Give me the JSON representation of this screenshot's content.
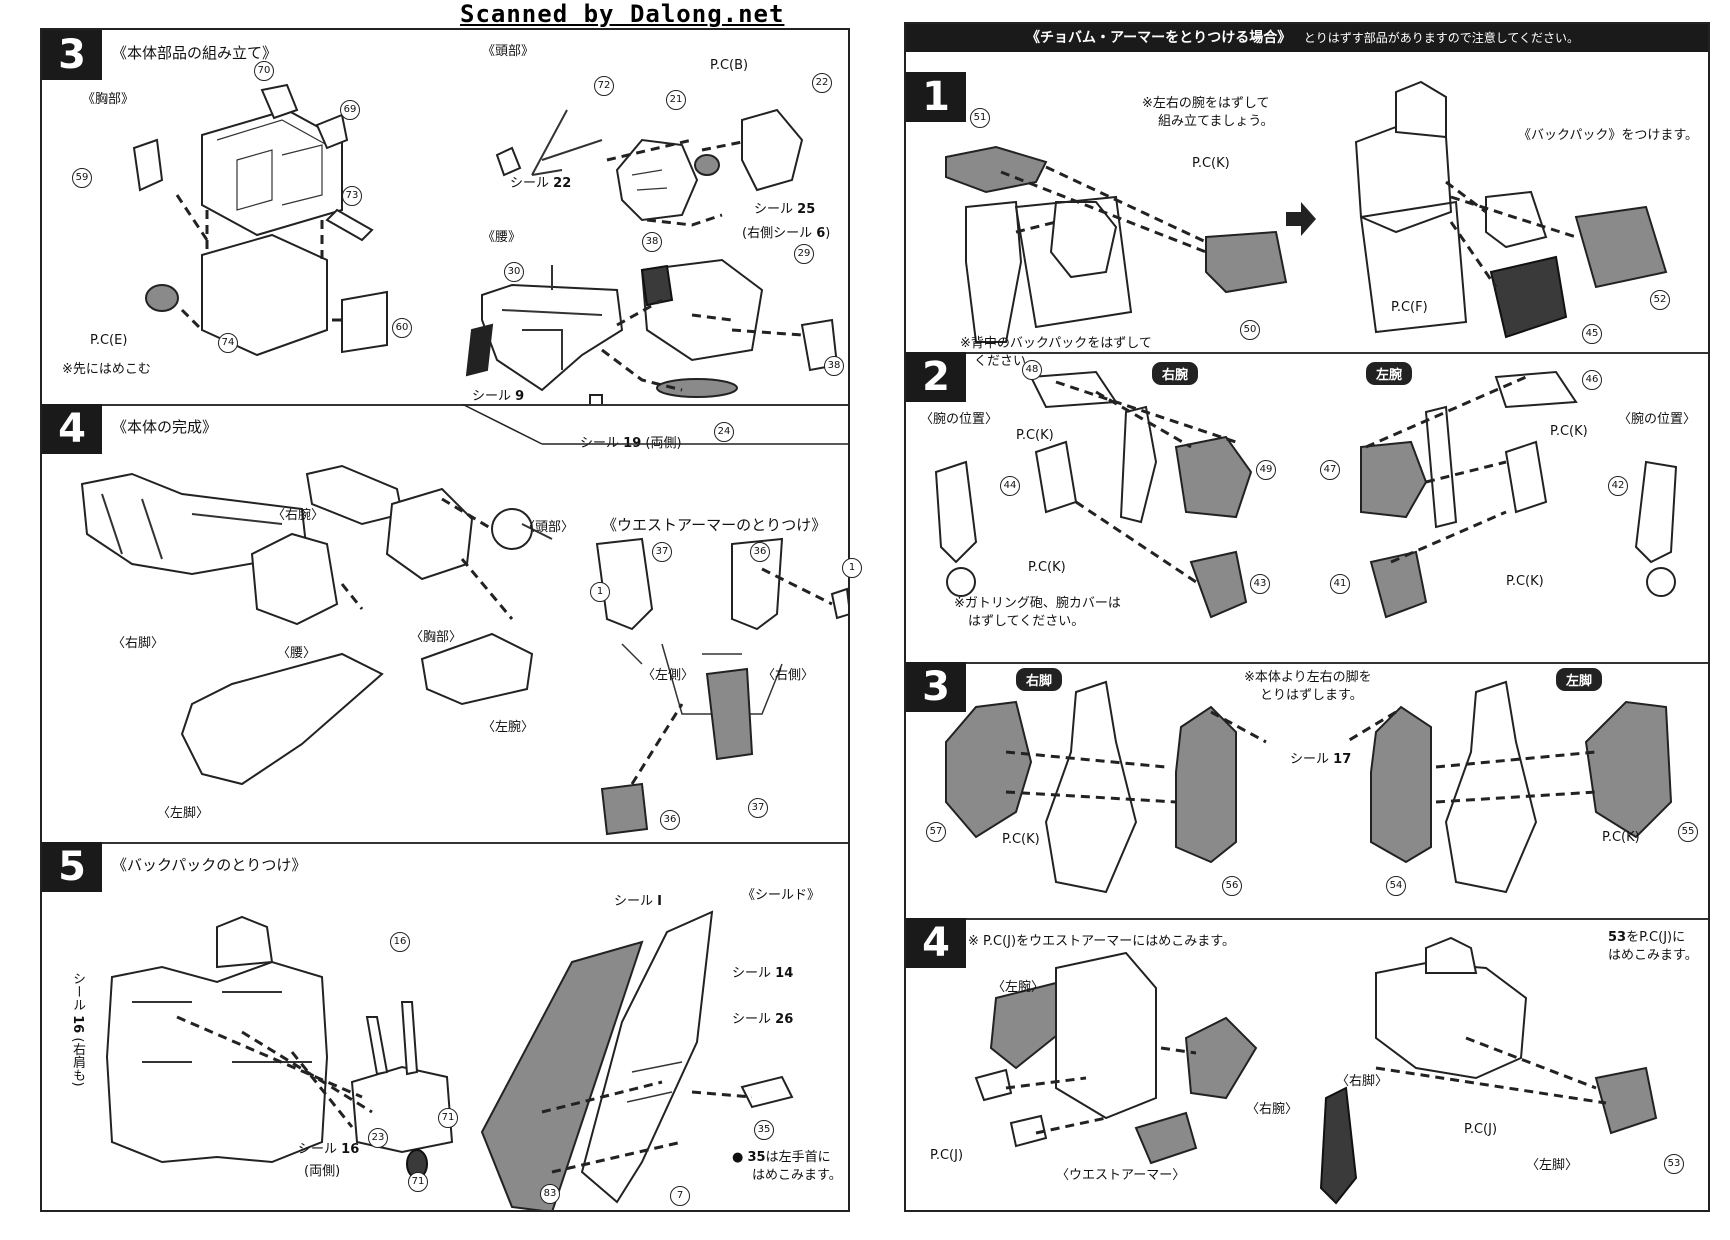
{
  "watermark": "Scanned by Dalong.net",
  "left": {
    "s3": {
      "num": "3",
      "title": "《本体部品の組み立て》",
      "chest": "《胸部》",
      "head": "《頭部》",
      "waist": "《腰》",
      "pce": "P.C",
      "pce_c": "E",
      "note": "※先にはめこむ",
      "pcb": "P.C",
      "pcb_c": "B",
      "seal22": "シール",
      "n22": "22",
      "seal25": "シール",
      "n25": "25",
      "seal25b": "(右側シール",
      "n6": "6",
      "seal9": "シール",
      "n9": "9",
      "seal19": "シール",
      "n19": "19",
      "both19": "(両側)",
      "nums": [
        "70",
        "69",
        "73",
        "59",
        "60",
        "74",
        "72",
        "21",
        "22",
        "38",
        "29",
        "30",
        "24"
      ]
    },
    "s4": {
      "num": "4",
      "title": "《本体の完成》",
      "rarm": "〈右腕〉",
      "head": "〈頭部〉",
      "rleg": "〈右脚〉",
      "waist": "〈腰〉",
      "chest": "〈胸部〉",
      "larm": "〈左腕〉",
      "lleg": "〈左脚〉",
      "wa": "《ウエストアーマーのとりつけ》",
      "lside": "〈左側〉",
      "rside": "〈右側〉",
      "nums": [
        "37",
        "36",
        "1",
        "1",
        "36",
        "37"
      ]
    },
    "s5": {
      "num": "5",
      "title": "《バックパックのとりつけ》",
      "shield": "《シールド》",
      "seal_l": "シール",
      "n_l": "16",
      "rsh": "(右肩も)",
      "seal16": "シール",
      "n16": "16",
      "both": "(両側)",
      "sealI": "シール",
      "nI": "I",
      "seal14": "シール",
      "n14": "14",
      "seal26": "シール",
      "n26": "26",
      "note35a": "は左手首に",
      "note35b": "はめこみます。",
      "n35": "35",
      "nums": [
        "16",
        "23",
        "71",
        "71",
        "83",
        "7",
        "35"
      ]
    }
  },
  "right": {
    "header": {
      "title": "《チョバム・アーマーをとりつける場合》",
      "rest": "とりはずす部品がありますので注意してください。"
    },
    "s1": {
      "num": "1",
      "note1": "※左右の腕をはずして",
      "note2": "組み立てましょう。",
      "pck": "P.C",
      "pck_c": "K",
      "back1": "※背中のバックパックをはずして",
      "back2": "ください。",
      "bp": "《バックパック》をつけます。",
      "pcf": "P.C",
      "pcf_c": "F",
      "nums": [
        "51",
        "50",
        "52",
        "45"
      ]
    },
    "s2": {
      "num": "2",
      "rarm": "右腕",
      "larm": "左腕",
      "pos_l": "〈腕の位置〉",
      "pos_r": "〈腕の位置〉",
      "pck": "P.C",
      "pck_c": "K",
      "note1": "※ガトリング砲、腕カバーは",
      "note2": "はずしてください。",
      "nums": [
        "48",
        "49",
        "44",
        "43",
        "46",
        "47",
        "42",
        "41"
      ]
    },
    "s3": {
      "num": "3",
      "rleg": "右脚",
      "lleg": "左脚",
      "note1": "※本体より左右の脚を",
      "note2": "とりはずします。",
      "seal": "シール",
      "n17": "17",
      "pck": "P.C",
      "pck_c": "K",
      "nums": [
        "57",
        "56",
        "54",
        "55"
      ]
    },
    "s4": {
      "num": "4",
      "note": "※ P.C",
      "note_c": "J",
      "note_rest": "をウエストアーマーにはめこみます。",
      "larm": "〈左腕〉",
      "rarm": "〈右腕〉",
      "wa": "〈ウエストアーマー〉",
      "pcj": "P.C",
      "pcj_c": "J",
      "n53": "53",
      "n53a": "をP.C",
      "n53c": "J",
      "n53b": "に",
      "n53d": "はめこみます。",
      "rleg": "〈右脚〉",
      "lleg": "〈左脚〉",
      "nums": [
        "53"
      ]
    }
  }
}
